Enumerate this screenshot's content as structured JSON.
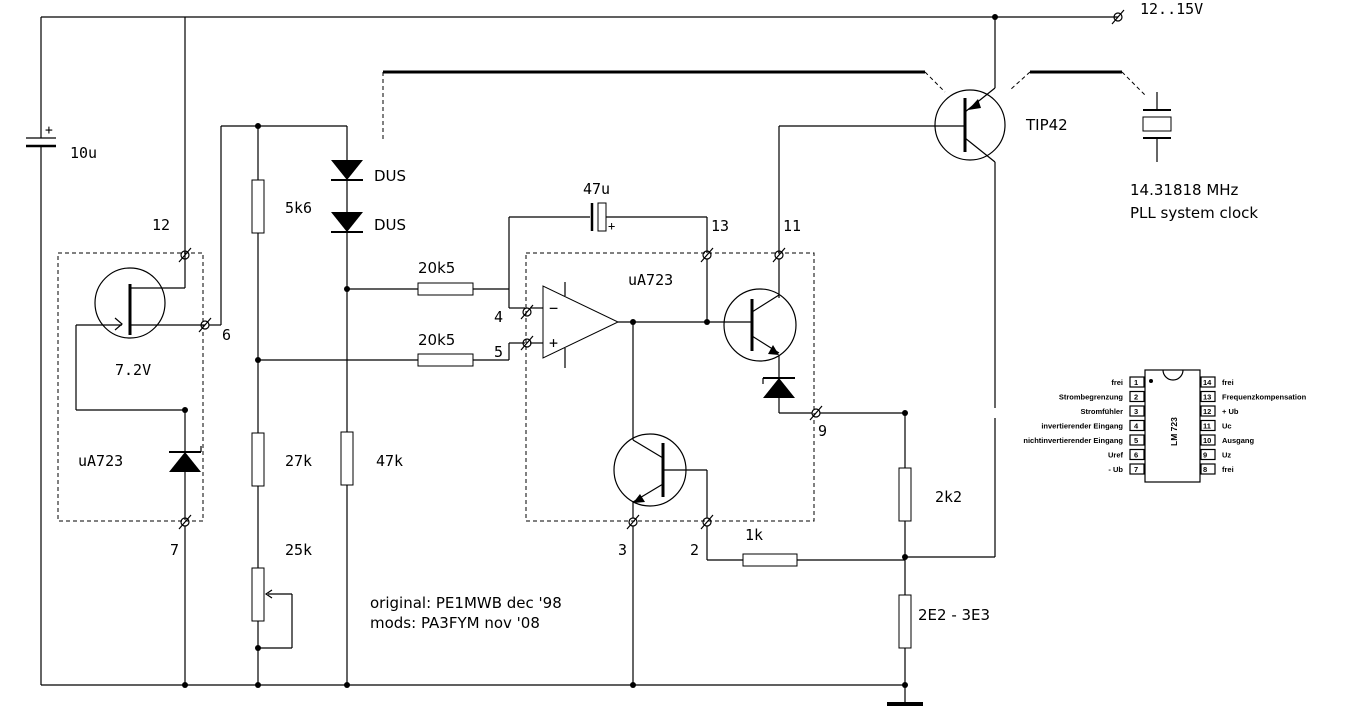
{
  "supply_label": "12..15V",
  "crystal": {
    "line1": "14.31818 MHz",
    "line2": "PLL system clock"
  },
  "credits": {
    "line1": "original: PE1MWB dec '98",
    "line2": "mods: PA3FYM nov '08"
  },
  "parts": {
    "c10": "10u",
    "c47": "47u",
    "tip42": "TIP42",
    "dus1": "DUS",
    "dus2": "DUS",
    "r5k6": "5k6",
    "r20k5a": "20k5",
    "r20k5b": "20k5",
    "r27k": "27k",
    "r47k": "47k",
    "r25k": "25k",
    "r2k2": "2k2",
    "r1k": "1k",
    "r2e2": "2E2 - 3E3",
    "ua723_left": "uA723",
    "ua723_right": "uA723",
    "vref": "7.2V"
  },
  "pins": {
    "p12": "12",
    "p6": "6",
    "p7": "7",
    "p4": "4",
    "p5": "5",
    "p13": "13",
    "p11": "11",
    "p9": "9",
    "p3": "3",
    "p2": "2"
  },
  "pinout": {
    "chip": "LM 723",
    "left": [
      {
        "num": "1",
        "label": "frei"
      },
      {
        "num": "2",
        "label": "Strombegrenzung"
      },
      {
        "num": "3",
        "label": "Stromfühler"
      },
      {
        "num": "4",
        "label": "invertierender Eingang"
      },
      {
        "num": "5",
        "label": "nichtinvertierender Eingang"
      },
      {
        "num": "6",
        "label": "Uref"
      },
      {
        "num": "7",
        "label": "- Ub"
      }
    ],
    "right": [
      {
        "num": "14",
        "label": "frei"
      },
      {
        "num": "13",
        "label": "Frequenzkompensation"
      },
      {
        "num": "12",
        "label": "+ Ub"
      },
      {
        "num": "11",
        "label": "Uc"
      },
      {
        "num": "10",
        "label": "Ausgang"
      },
      {
        "num": "9",
        "label": "Uz"
      },
      {
        "num": "8",
        "label": "frei"
      }
    ]
  }
}
